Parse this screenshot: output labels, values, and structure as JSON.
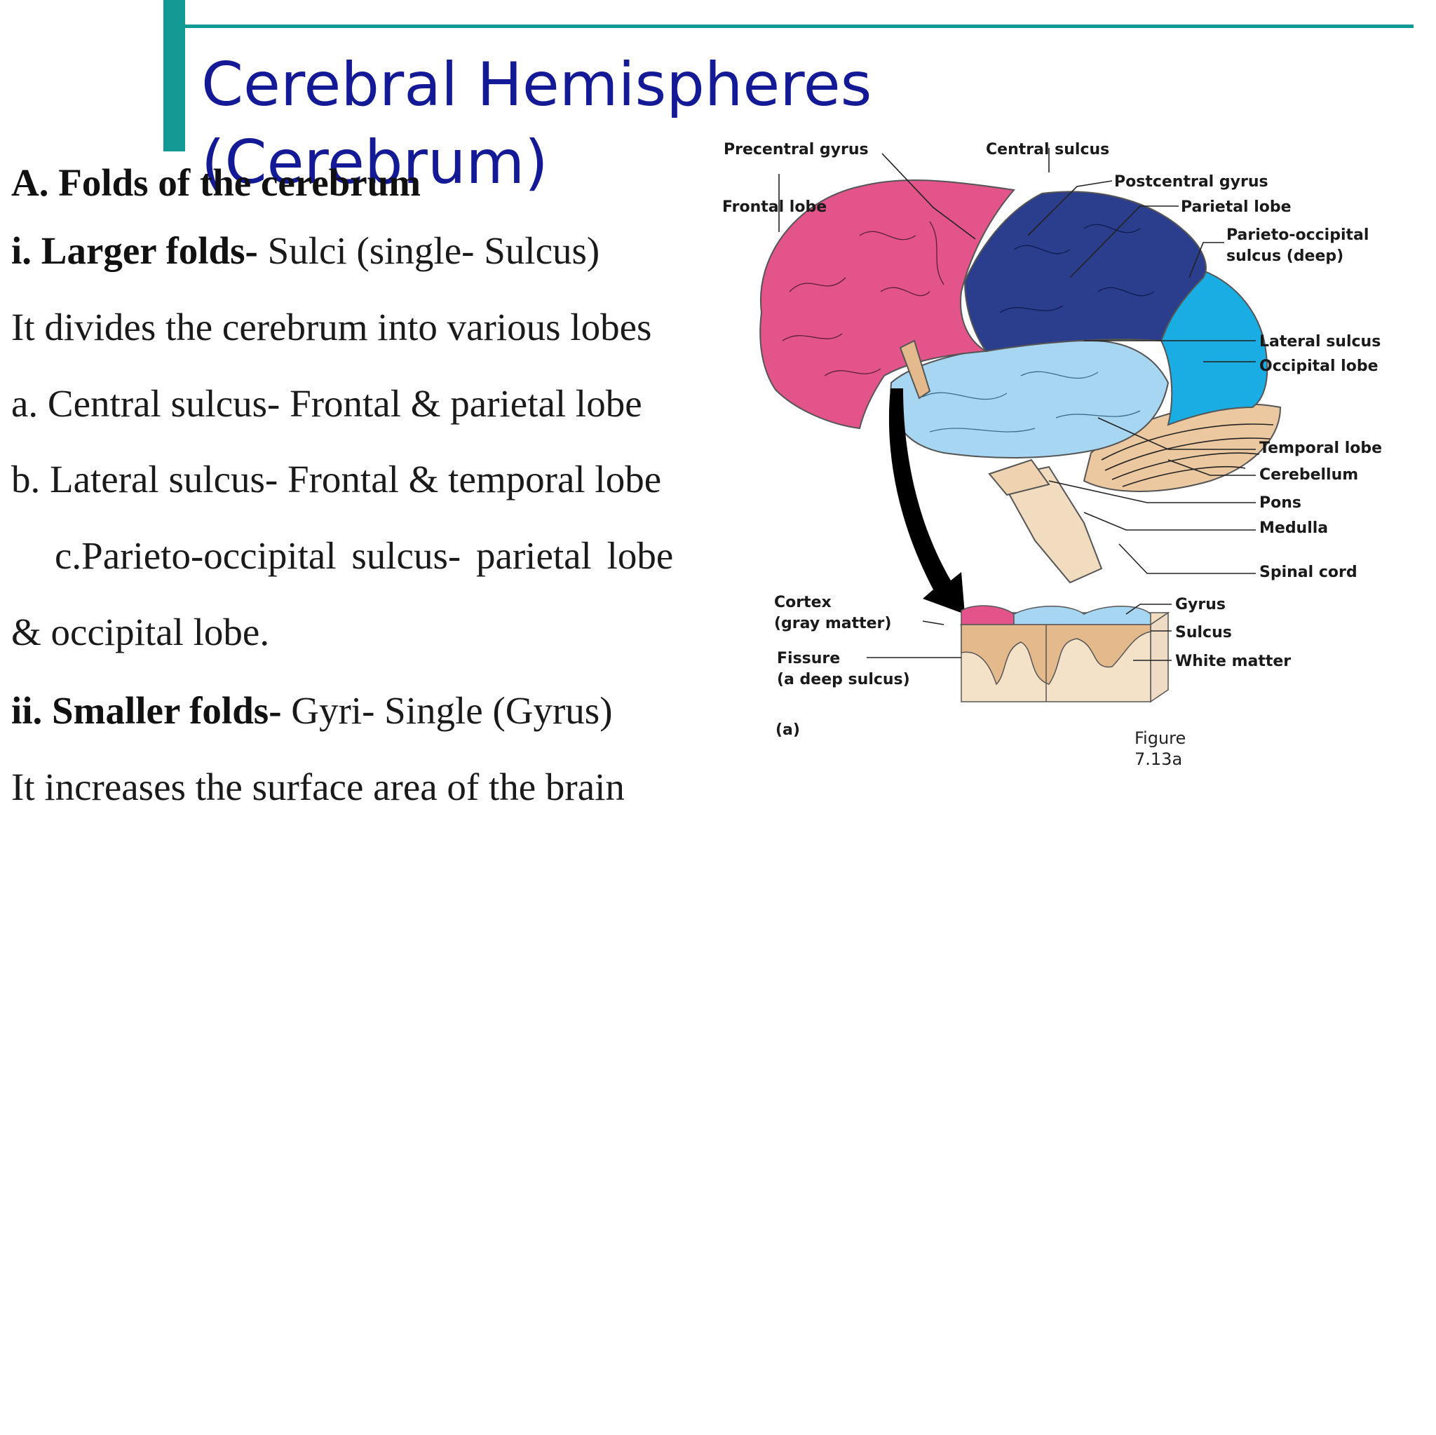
{
  "slide": {
    "title_line1": "Cerebral Hemispheres",
    "title_line2": "(Cerebrum)",
    "heading": "A. Folds of the cerebrum",
    "lines": {
      "l1_bold": "i. Larger folds-",
      "l1_rest": " Sulci (single- Sulcus)",
      "l2": "It divides the cerebrum into various lobes",
      "l3": "a. Central sulcus- Frontal & parietal lobe",
      "l4": "b. Lateral sulcus- Frontal & temporal lobe",
      "l5": "c.Parieto-occipital sulcus- parietal lobe",
      "l6": "& occipital lobe.",
      "l7_bold": "ii. Smaller folds-",
      "l7_rest": " Gyri- Single (Gyrus)",
      "l8": "It increases the surface area of the brain"
    },
    "figure_caption": "Figure 7.13a"
  },
  "figure": {
    "labels": {
      "precentral_gyrus": "Precentral gyrus",
      "central_sulcus": "Central sulcus",
      "postcentral_gyrus": "Postcentral gyrus",
      "frontal_lobe": "Frontal lobe",
      "parietal_lobe": "Parietal lobe",
      "parieto_occipital_1": "Parieto-occipital",
      "parieto_occipital_2": "sulcus (deep)",
      "lateral_sulcus": "Lateral sulcus",
      "occipital_lobe": "Occipital lobe",
      "temporal_lobe": "Temporal lobe",
      "cerebellum": "Cerebellum",
      "pons": "Pons",
      "medulla": "Medulla",
      "spinal_cord": "Spinal cord",
      "cortex_1": "Cortex",
      "cortex_2": "(gray matter)",
      "fissure_1": "Fissure",
      "fissure_2": "(a deep sulcus)",
      "gyrus": "Gyrus",
      "sulcus": "Sulcus",
      "white_matter": "White matter",
      "panel": "(a)"
    },
    "colors": {
      "frontal": "#e2548a",
      "parietal": "#2b3e8e",
      "occipital": "#1aade3",
      "temporal": "#a7d6f2",
      "cerebellum": "#ebc8a0",
      "brainstem": "#f2dcc0",
      "accent": "#129b94",
      "title": "#141a96"
    }
  }
}
